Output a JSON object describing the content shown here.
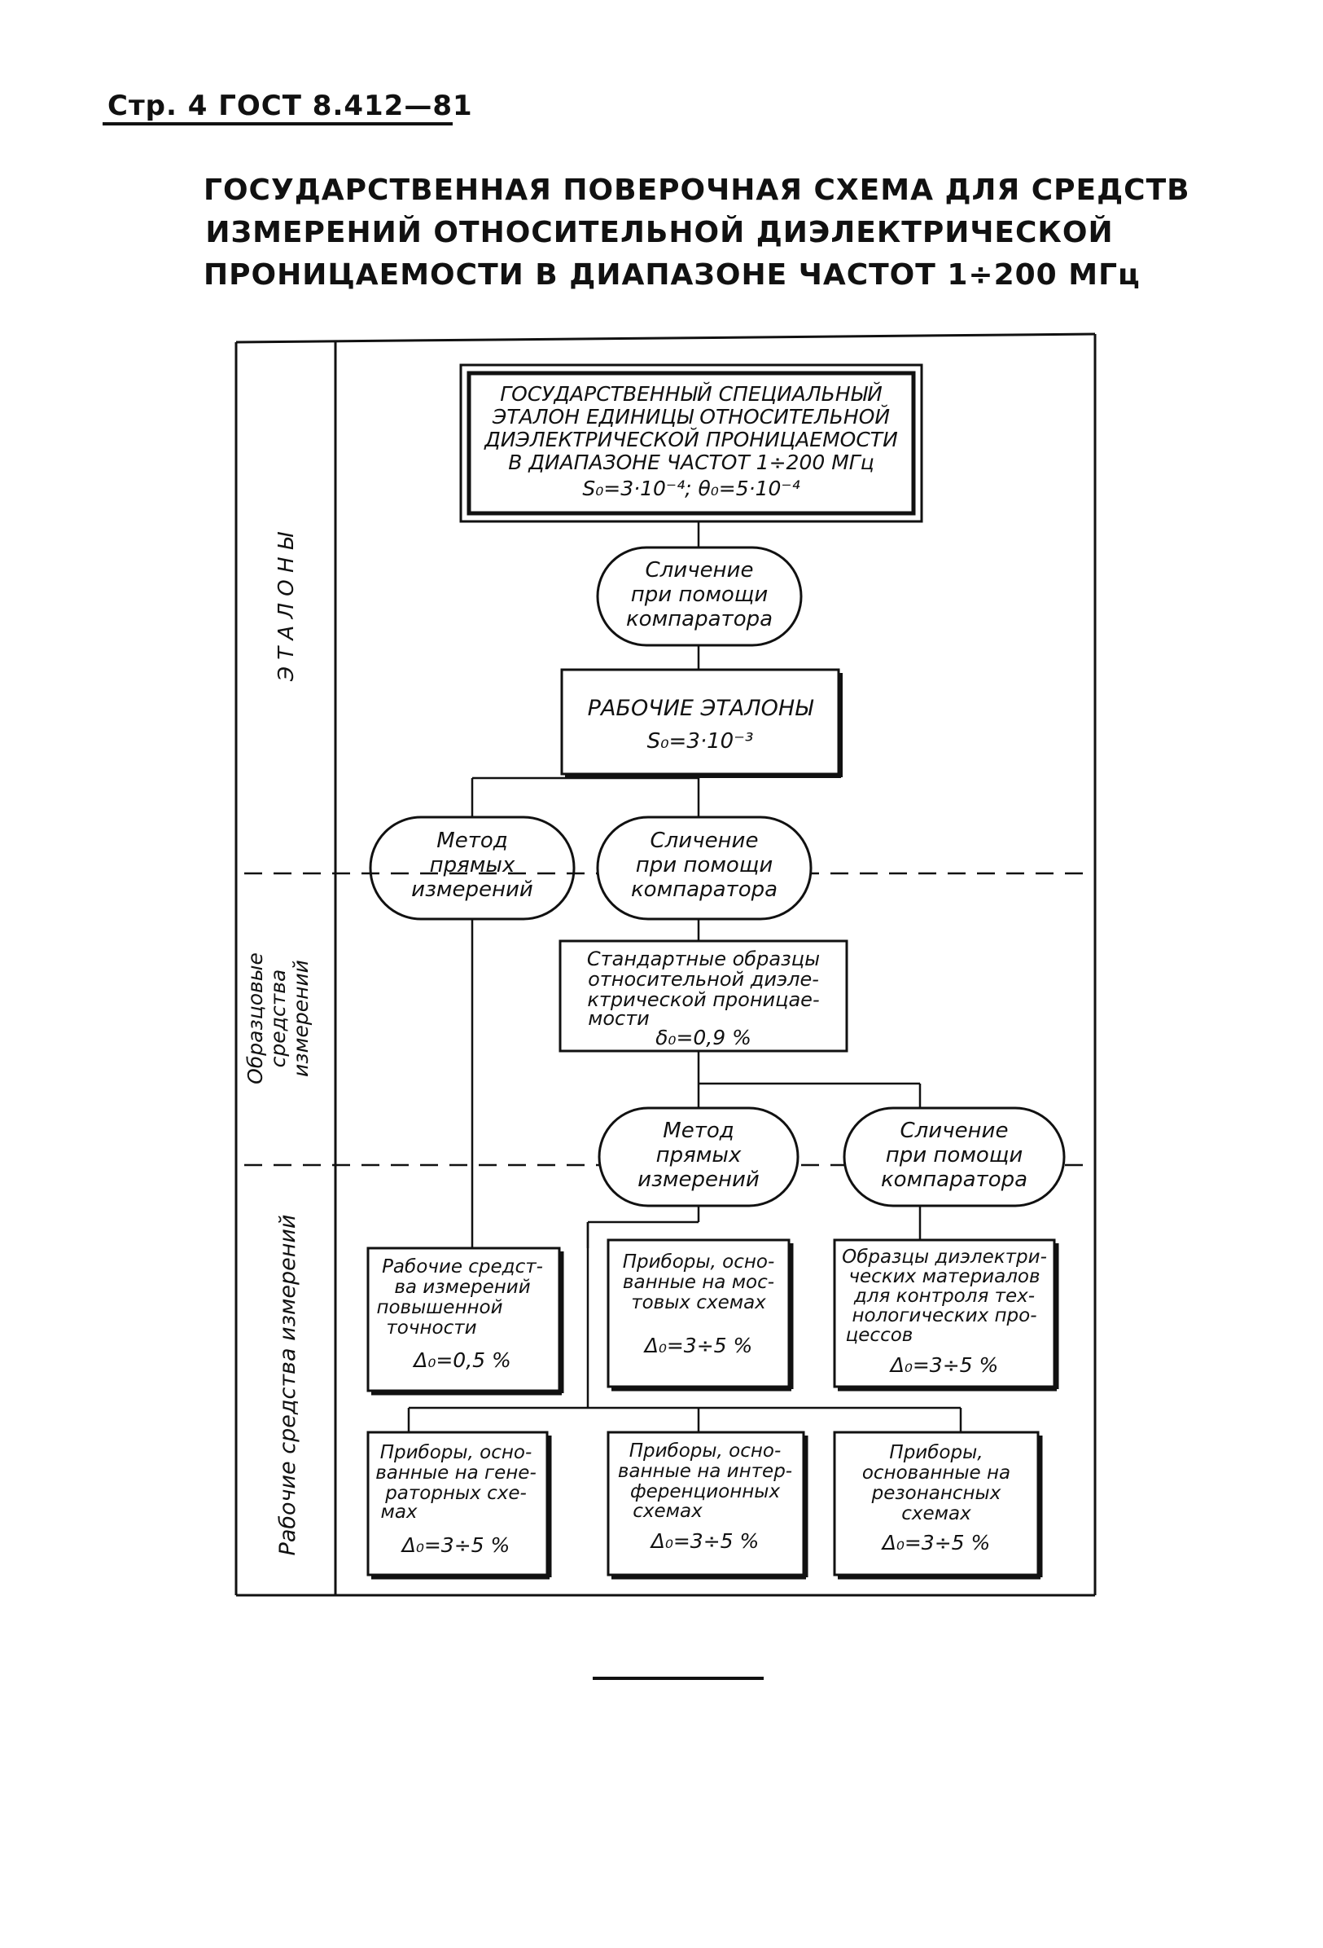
{
  "header": {
    "text": "Стр. 4 ГОСТ 8.412—81"
  },
  "title": {
    "lines": [
      "ГОСУДАРСТВЕННАЯ ПОВЕРОЧНАЯ СХЕМА ДЛЯ СРЕДСТВ",
      "ИЗМЕРЕНИЙ ОТНОСИТЕЛЬНОЙ ДИЭЛЕКТРИЧЕСКОЙ",
      "ПРОНИЦАЕМОСТИ В ДИАПАЗОНЕ ЧАСТОТ 1÷200 МГц"
    ]
  },
  "sections": {
    "etalons": "Э Т А Л О Н Ы",
    "reference_line1": "Образцовые",
    "reference_line2": "средства",
    "reference_line3": "измерений",
    "working": "Рабочие средства измерений"
  },
  "nodes": {
    "state_standard": [
      "ГОСУДАРСТВЕННЫЙ СПЕЦИАЛЬНЫЙ",
      "ЭТАЛОН ЕДИНИЦЫ ОТНОСИТЕЛЬНОЙ",
      "ДИЭЛЕКТРИЧЕСКОЙ ПРОНИЦАЕМОСТИ",
      "В ДИАПАЗОНЕ ЧАСТОТ 1÷200 МГц",
      "S₀=3·10⁻⁴; θ₀=5·10⁻⁴"
    ],
    "compare_1": [
      "Сличение",
      "при помощи",
      "компаратора"
    ],
    "working_standards": [
      "РАБОЧИЕ ЭТАЛОНЫ",
      "S₀=3·10⁻³"
    ],
    "direct_method_1": [
      "Метод",
      "прямых",
      "измерений"
    ],
    "compare_2": [
      "Сличение",
      "при помощи",
      "компаратора"
    ],
    "reference_samples": [
      "Стандартные образцы",
      "относительной диэле-",
      "ктрической проницае-",
      "мости",
      "δ₀=0,9 %"
    ],
    "direct_method_2": [
      "Метод",
      "прямых",
      "измерений"
    ],
    "compare_3": [
      "Сличение",
      "при помощи",
      "компаратора"
    ],
    "working_high_accuracy": [
      "Рабочие средст-",
      "ва измерений",
      "повышенной",
      "точности",
      "Δ₀=0,5 %"
    ],
    "bridge_instruments": [
      "Приборы, осно-",
      "ванные на мос-",
      "товых схемах",
      "Δ₀=3÷5 %"
    ],
    "dielectric_samples": [
      "Образцы диэлектри-",
      "ческих материалов",
      "для контроля тех-",
      "нологических про-",
      "цессов",
      "Δ₀=3÷5 %"
    ],
    "generator_instruments": [
      "Приборы, осно-",
      "ванные на гене-",
      "раторных схе-",
      "мах",
      "Δ₀=3÷5 %"
    ],
    "interference_instruments": [
      "Приборы, осно-",
      "ванные на интер-",
      "ференционных",
      "схемах",
      "Δ₀=3÷5 %"
    ],
    "resonance_instruments": [
      "Приборы,",
      "основанные на",
      "резонансных",
      "схемах",
      "Δ₀=3÷5 %"
    ]
  }
}
